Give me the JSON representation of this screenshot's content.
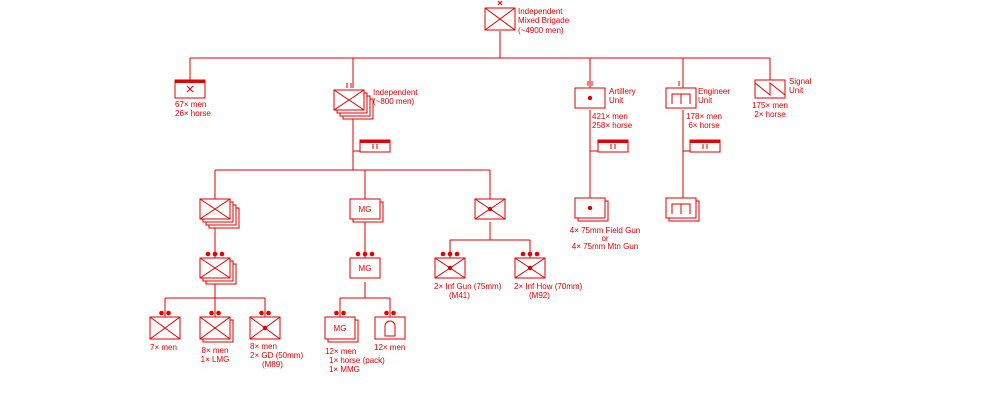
{
  "theme": {
    "color": "#e00000",
    "background": "#ffffff"
  },
  "labels": {
    "hq_name": [
      "Independent",
      "Mixed Brigade",
      "(~4900 men)"
    ],
    "hq_company": [
      "67× men",
      "26× horse"
    ],
    "battalion": [
      "Independent",
      "(~800 men)"
    ],
    "artillery": [
      "Artillery",
      "Unit"
    ],
    "artillery_strength": [
      "421× men",
      "258× horse"
    ],
    "artillery_guns": [
      "4× 75mm Field Gun",
      "or",
      "4× 75mm Mtn Gun"
    ],
    "engineer": [
      "Engineer",
      "Unit"
    ],
    "engineer_strength": [
      "178× men",
      "6× horse"
    ],
    "signal": [
      "Signal",
      "Unit"
    ],
    "signal_strength": [
      "175× men",
      "2× horse"
    ],
    "mg_symbol": "MG",
    "rifle_hq_squad": [
      "7× men"
    ],
    "lmg_squad": [
      "8× men",
      "1× LMG"
    ],
    "gd_squad": [
      "8× men",
      "2× GD (50mm)",
      "(M89)"
    ],
    "mmg_squad": [
      "12× men",
      "1× horse (pack)",
      "1× MMG"
    ],
    "ammo_squad": [
      "12× men"
    ],
    "inf_gun": [
      "2× Inf Gun (75mm)",
      "(M41)"
    ],
    "inf_how": [
      "2× Inf How (70mm)",
      "(M92)"
    ]
  }
}
